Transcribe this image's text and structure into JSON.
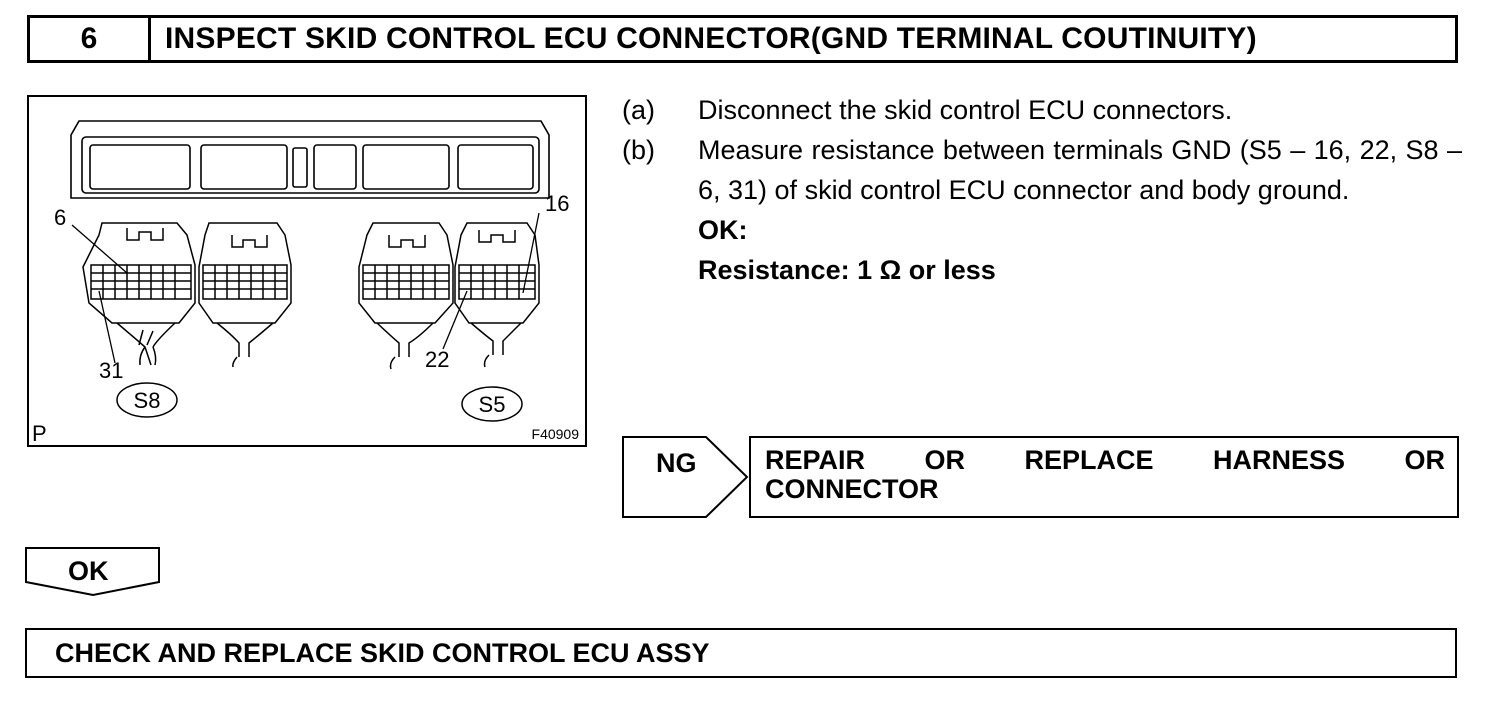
{
  "step": {
    "number": "6",
    "title": "INSPECT SKID CONTROL ECU CONNECTOR(GND TERMINAL COUTINUITY)"
  },
  "figure": {
    "labels": {
      "pin_6": "6",
      "pin_16": "16",
      "pin_31": "31",
      "pin_22": "22",
      "connector_s8": "S8",
      "connector_s5": "S5",
      "corner": "P",
      "figure_id": "F40909"
    }
  },
  "instructions": [
    {
      "tag": "(a)",
      "text": "Disconnect the skid control ECU connectors."
    },
    {
      "tag": "(b)",
      "text": "Measure resistance between terminals GND (S5 – 16, 22, S8 – 6, 31) of skid control ECU connector and body ground."
    }
  ],
  "ok_spec": {
    "heading": "OK:",
    "value": "Resistance: 1 Ω or less"
  },
  "ng": {
    "label": "NG",
    "result_line1": [
      "REPAIR",
      "OR",
      "REPLACE",
      "HARNESS",
      "OR"
    ],
    "result_line2": "CONNECTOR"
  },
  "ok": {
    "label": "OK"
  },
  "final_action": "CHECK AND REPLACE SKID CONTROL ECU ASSY"
}
